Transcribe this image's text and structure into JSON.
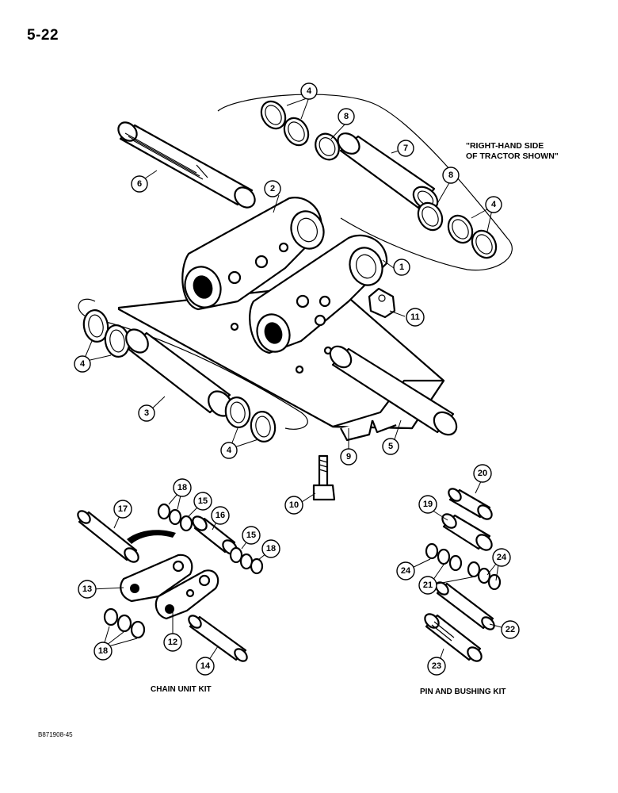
{
  "page_number": "5-22",
  "note": {
    "line1": "\"RIGHT-HAND SIDE",
    "line2": "OF TRACTOR SHOWN\""
  },
  "kits": {
    "chain_unit": "CHAIN UNIT KIT",
    "pin_bushing": "PIN AND BUSHING KIT"
  },
  "doc_id": "B871908-45",
  "callouts": {
    "c1": "1",
    "c2": "2",
    "c3": "3",
    "c4a": "4",
    "c4b": "4",
    "c4c": "4",
    "c4d": "4",
    "c5": "5",
    "c6": "6",
    "c7": "7",
    "c8a": "8",
    "c8b": "8",
    "c9": "9",
    "c10": "10",
    "c11": "11",
    "c12": "12",
    "c13": "13",
    "c14": "14",
    "c15a": "15",
    "c15b": "15",
    "c16": "16",
    "c17": "17",
    "c18a": "18",
    "c18b": "18",
    "c18c": "18",
    "c19": "19",
    "c20": "20",
    "c21": "21",
    "c22": "22",
    "c23": "23",
    "c24a": "24",
    "c24b": "24"
  }
}
